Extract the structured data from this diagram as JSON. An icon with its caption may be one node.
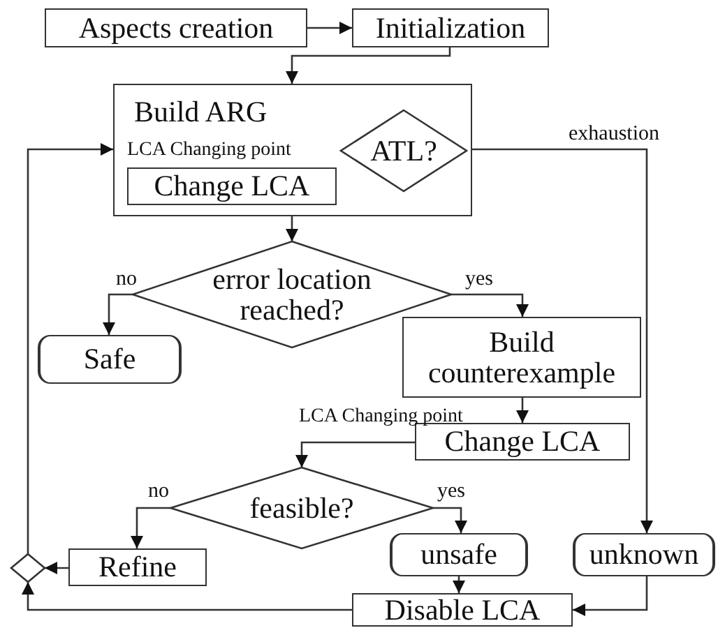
{
  "diagram": {
    "nodes": [
      {
        "text": [
          "Aspects creation"
        ]
      },
      {
        "text": [
          "Initialization"
        ]
      },
      {
        "text": [
          "Build ARG"
        ]
      },
      {
        "text": [
          "Change LCA"
        ],
        "in": 2,
        "beside": [
          "LCA Changing point"
        ]
      },
      {
        "text": [
          "ATL?"
        ],
        "in": 2
      },
      {
        "text": [
          "error location reached?"
        ]
      },
      {
        "text": [
          "Safe"
        ]
      },
      {
        "text": [
          "Build counterexample"
        ]
      },
      {
        "text": [
          "Change LCA"
        ],
        "beside": [
          "LCA Changing point"
        ]
      },
      {
        "text": [
          "feasible?"
        ]
      },
      {
        "text": [
          "unsafe"
        ]
      },
      {
        "text": [
          "unknown"
        ]
      },
      {
        "text": [
          "Refine"
        ]
      },
      {
        "text": [],
        "shape": "diamond"
      },
      {
        "text": [
          "Disable LCA"
        ]
      }
    ],
    "edges": [
      {
        "from": 0,
        "to": 1,
        "arrow": "to"
      },
      {
        "from": 1,
        "to": 2,
        "arrow": "to"
      },
      {
        "from": 2,
        "to": 5,
        "arrow": "to"
      },
      {
        "from": 5,
        "to": 6,
        "arrow": "to",
        "label": "no"
      },
      {
        "from": 5,
        "to": 7,
        "arrow": "to",
        "label": "yes"
      },
      {
        "from": 4,
        "to": 11,
        "arrow": "to",
        "label": "exhaustion"
      },
      {
        "from": 7,
        "to": 8,
        "arrow": "to"
      },
      {
        "from": 8,
        "to": 9,
        "arrow": "to"
      },
      {
        "from": 9,
        "to": 12,
        "arrow": "to",
        "label": "no"
      },
      {
        "from": 9,
        "to": 10,
        "arrow": "to",
        "label": "yes"
      },
      {
        "from": 10,
        "to": 14,
        "arrow": "to"
      },
      {
        "from": 11,
        "to": 14,
        "arrow": "to"
      },
      {
        "from": 12,
        "to": 13,
        "arrow": "to"
      },
      {
        "from": 14,
        "to": 13,
        "arrow": "to"
      },
      {
        "from": 13,
        "to": 2,
        "arrow": "to"
      }
    ]
  }
}
